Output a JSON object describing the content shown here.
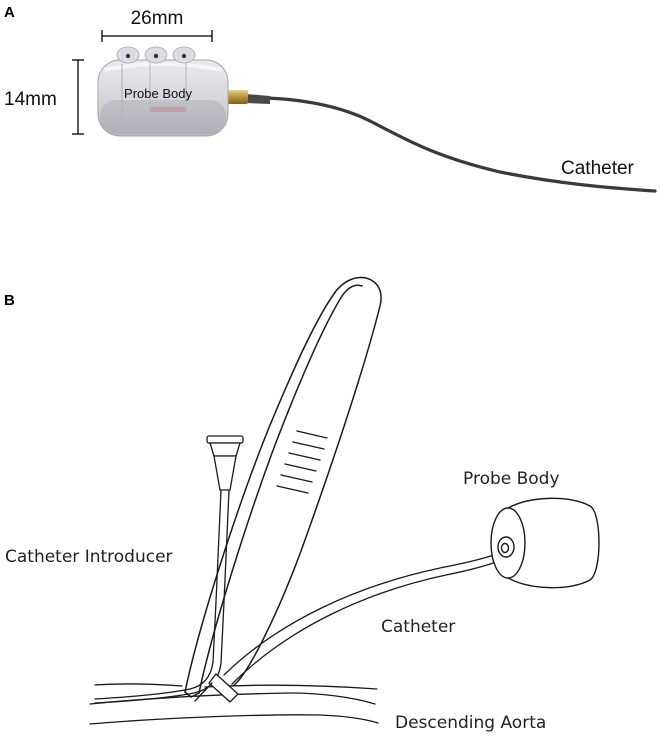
{
  "panel_a": {
    "letter": "A",
    "width_dimension": "26mm",
    "height_dimension": "14mm",
    "probe_label": "Probe Body",
    "catheter_label": "Catheter"
  },
  "panel_b": {
    "letter": "B",
    "probe_label": "Probe Body",
    "introducer_label": "Catheter Introducer",
    "catheter_label": "Catheter",
    "aorta_label": "Descending Aorta"
  }
}
